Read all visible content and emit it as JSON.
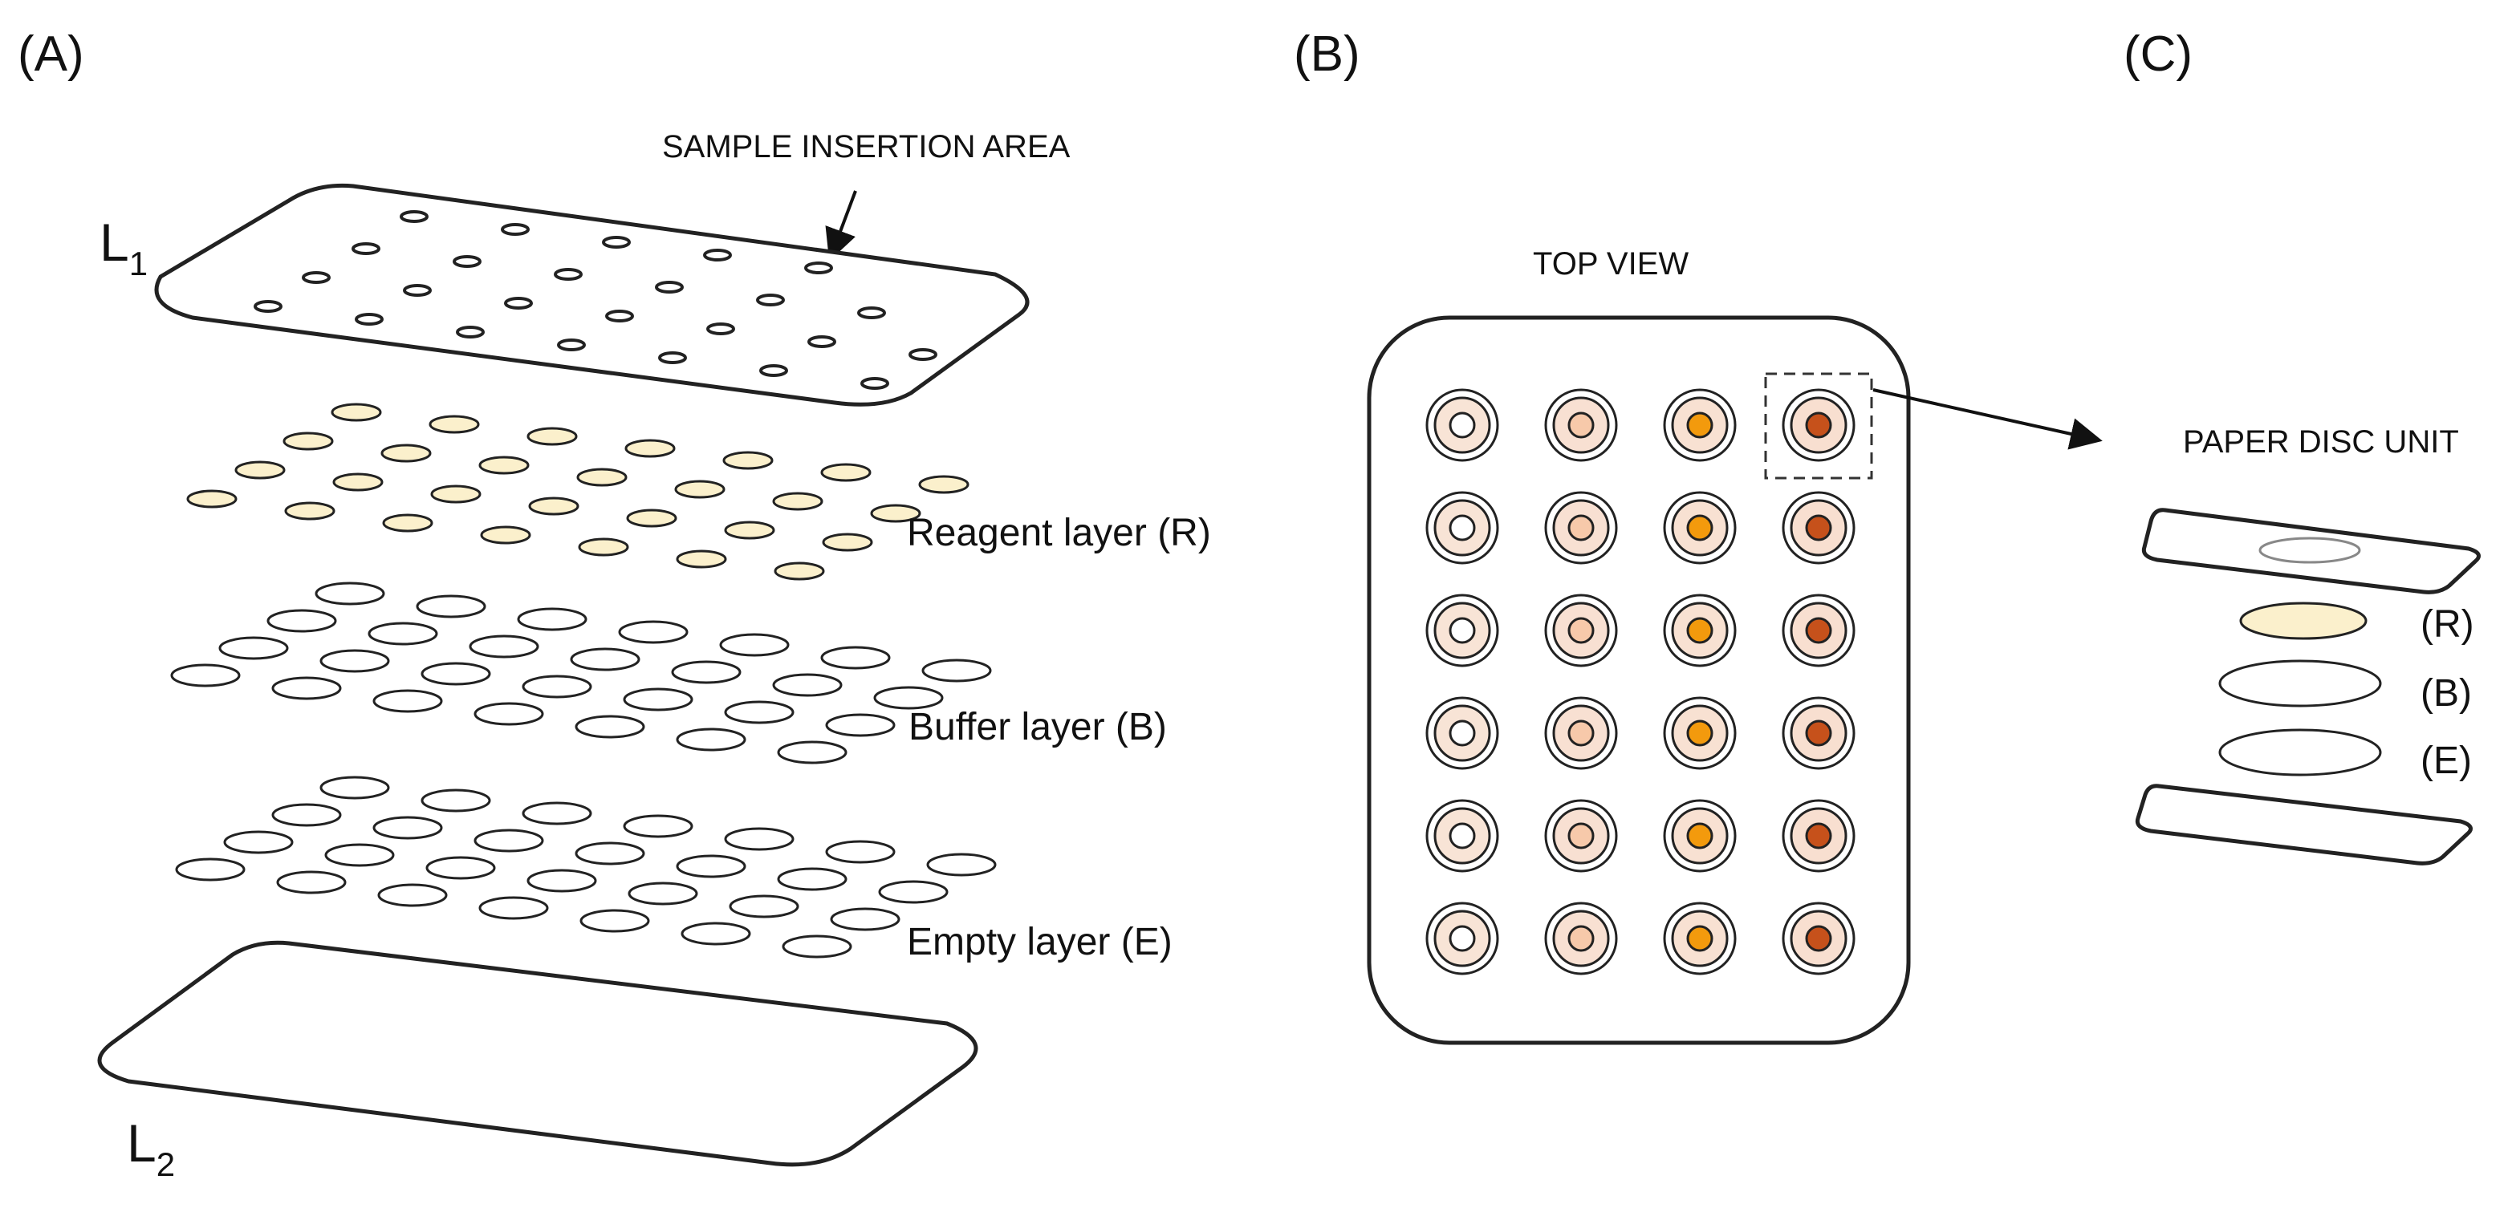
{
  "panels": {
    "a": {
      "label": "(A)",
      "sample_area_label": "SAMPLE INSERTION AREA",
      "top_plate_label": {
        "main": "L",
        "sub": "1"
      },
      "bottom_plate_label": {
        "main": "L",
        "sub": "2"
      },
      "layers": [
        {
          "key": "reagent",
          "label": "Reagent layer (R)",
          "fill": "#fbf0cc"
        },
        {
          "key": "buffer",
          "label": "Buffer layer (B)",
          "fill": "#ffffff"
        },
        {
          "key": "empty",
          "label": "Empty layer (E)",
          "fill": "#ffffff"
        }
      ]
    },
    "b": {
      "label": "(B)",
      "caption": "TOP VIEW",
      "grid_rows": 6,
      "well_columns": [
        {
          "outer_fill": "#f8e4d6",
          "inner_fill": "#ffffff"
        },
        {
          "outer_fill": "#f8e0d2",
          "inner_fill": "#f7c9aa"
        },
        {
          "outer_fill": "#f8e1d2",
          "inner_fill": "#f39a0d"
        },
        {
          "outer_fill": "#f8dfd0",
          "inner_fill": "#c6511b"
        }
      ]
    },
    "c": {
      "label": "(C)",
      "caption": "PAPER DISC UNIT",
      "discs": [
        {
          "label": "(R)",
          "fill": "#fbf0cc"
        },
        {
          "label": "(B)",
          "fill": "#ffffff"
        },
        {
          "label": "(E)",
          "fill": "#ffffff"
        }
      ]
    }
  },
  "colors": {
    "stroke": "#222222",
    "background": "#ffffff"
  }
}
